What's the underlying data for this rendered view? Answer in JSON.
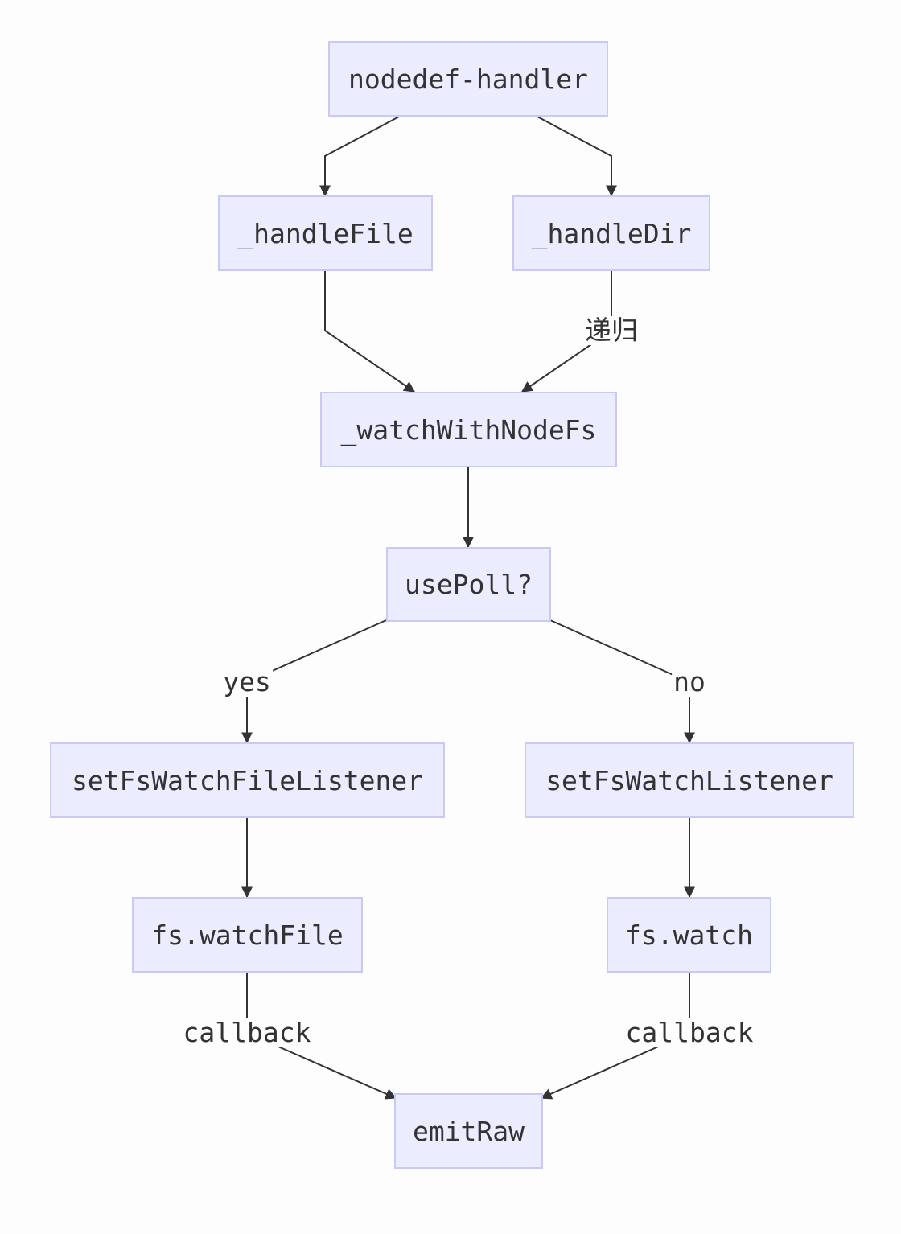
{
  "nodes": {
    "nodedef_handler": "nodedef-handler",
    "handle_file": "_handleFile",
    "handle_dir": "_handleDir",
    "watch_with_nodefs": "_watchWithNodeFs",
    "use_poll": "usePoll?",
    "set_fs_watch_file_listener": "setFsWatchFileListener",
    "set_fs_watch_listener": "setFsWatchListener",
    "fs_watch_file": "fs.watchFile",
    "fs_watch": "fs.watch",
    "emit_raw": "emitRaw"
  },
  "edge_labels": {
    "recursion": "递归",
    "yes": "yes",
    "no": "no",
    "callback_left": "callback",
    "callback_right": "callback"
  },
  "edges": [
    {
      "from": "nodedef-handler",
      "to": "_handleFile"
    },
    {
      "from": "nodedef-handler",
      "to": "_handleDir"
    },
    {
      "from": "_handleFile",
      "to": "_watchWithNodeFs"
    },
    {
      "from": "_handleDir",
      "to": "_watchWithNodeFs",
      "label": "递归"
    },
    {
      "from": "_watchWithNodeFs",
      "to": "usePoll?"
    },
    {
      "from": "usePoll?",
      "to": "setFsWatchFileListener",
      "label": "yes"
    },
    {
      "from": "usePoll?",
      "to": "setFsWatchListener",
      "label": "no"
    },
    {
      "from": "setFsWatchFileListener",
      "to": "fs.watchFile"
    },
    {
      "from": "setFsWatchListener",
      "to": "fs.watch"
    },
    {
      "from": "fs.watchFile",
      "to": "emitRaw",
      "label": "callback"
    },
    {
      "from": "fs.watch",
      "to": "emitRaw",
      "label": "callback"
    }
  ],
  "colors": {
    "node_fill": "#ececff",
    "node_border": "#c9c9f5",
    "edge": "#333333",
    "text": "#333333"
  }
}
